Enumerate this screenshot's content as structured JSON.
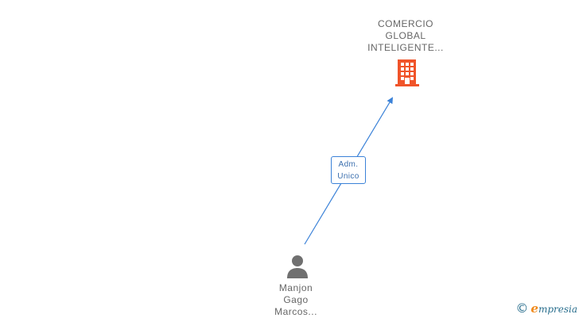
{
  "company": {
    "lines": [
      "COMERCIO",
      "GLOBAL",
      "INTELIGENTE..."
    ],
    "icon": "building-icon",
    "color": "#f0542a"
  },
  "person": {
    "lines": [
      "Manjon",
      "Gago",
      "Marcos..."
    ],
    "icon": "person-icon",
    "color": "#707070"
  },
  "relation": {
    "lines": [
      "Adm.",
      "Unico"
    ],
    "color": "#3b82d8"
  },
  "watermark": {
    "symbol": "©",
    "brand_initial": "e",
    "brand_rest": "mpresia"
  }
}
